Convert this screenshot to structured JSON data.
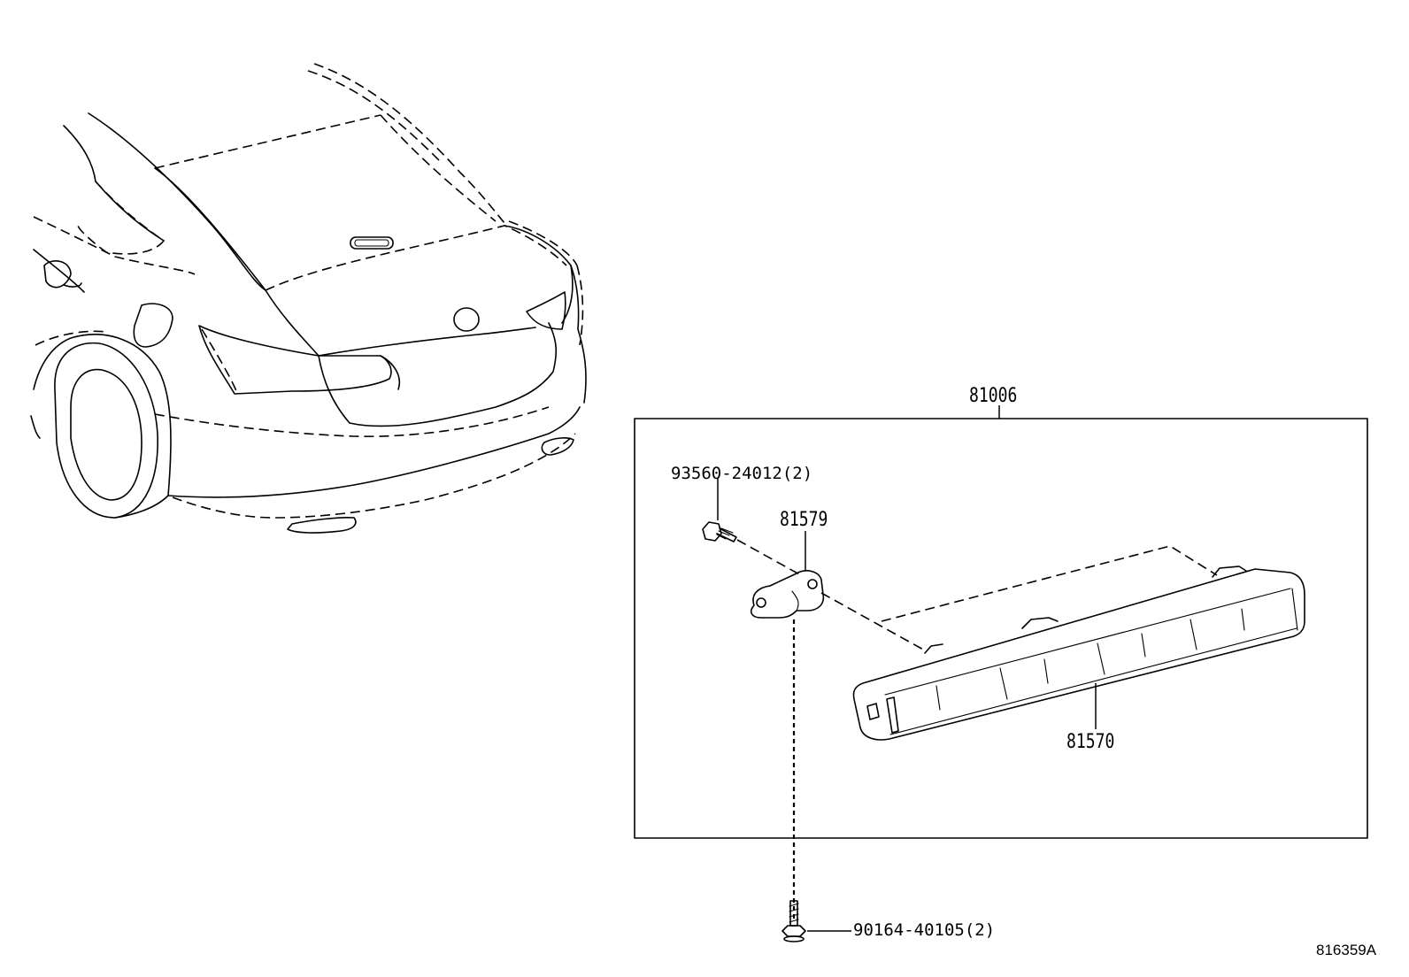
{
  "diagram": {
    "figure_id": "816359A",
    "parts": [
      {
        "key": "assembly",
        "label": "81006"
      },
      {
        "key": "screw",
        "label": "93560-24012(2)"
      },
      {
        "key": "bracket",
        "label": "81579"
      },
      {
        "key": "lamp",
        "label": "81570"
      },
      {
        "key": "bolt",
        "label": "90164-40105(2)"
      }
    ]
  }
}
